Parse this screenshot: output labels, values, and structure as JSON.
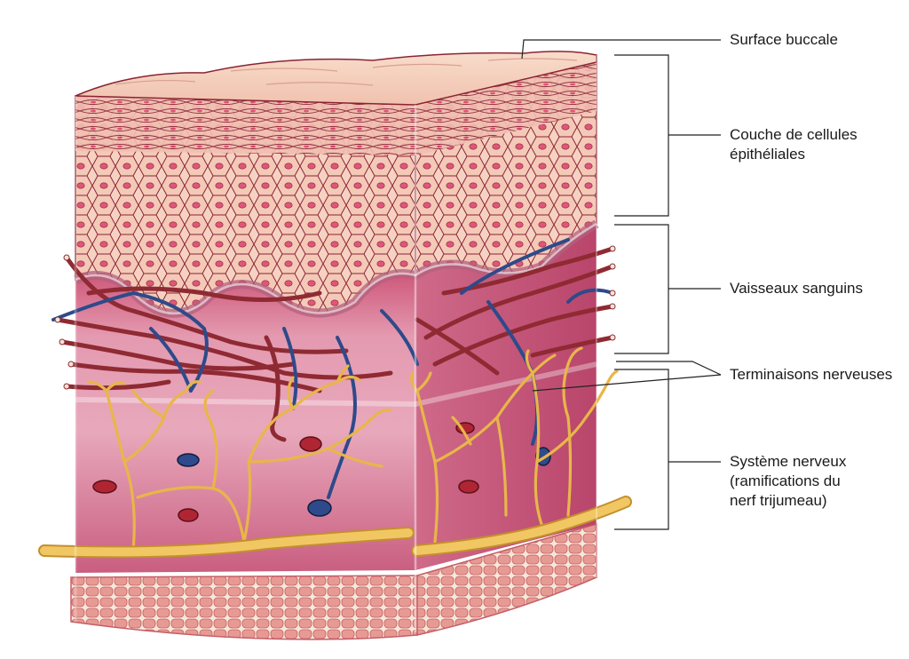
{
  "labels": {
    "surface": "Surface buccale",
    "epithelial": [
      "Couche de cellules",
      "épithéliales"
    ],
    "vessels": "Vaisseaux sanguins",
    "nerve_endings": "Terminaisons nerveuses",
    "nervous_system": [
      "Système nerveux",
      "(ramifications du",
      "nerf trijumeau)"
    ]
  },
  "colors": {
    "epithelium": "#f2c7b6",
    "cell_outline": "#8a2433",
    "nucleus": "#e0567a",
    "dermis": "#d87f9a",
    "artery": "#8f2a33",
    "vein": "#2e4a8a",
    "nerve": "#e8b64a",
    "muscle": "#e9a8a0",
    "leader": "#222222"
  }
}
